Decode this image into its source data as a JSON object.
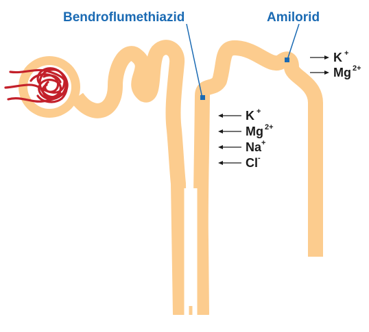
{
  "colors": {
    "tubule_fill": "#fccc8e",
    "tubule_outline": "#f0b36b",
    "glomerulus": "#c3202a",
    "label_blue": "#1a6ab3",
    "ion_text": "#1a1a1a"
  },
  "drug_labels": {
    "thiazide": "Bendroflumethiazid",
    "amiloride": "Amilorid"
  },
  "distal_ions": [
    {
      "base": "K",
      "sup": "+"
    },
    {
      "base": "Mg",
      "sup": "2+"
    },
    {
      "base": "Na",
      "sup": "+"
    },
    {
      "base": "Cl",
      "sup": "-"
    }
  ],
  "collecting_ions": [
    {
      "base": "K",
      "sup": "+"
    },
    {
      "base": "Mg",
      "sup": "2+"
    }
  ],
  "icons": [
    "glomerulus-icon",
    "arrow-left-icon",
    "arrow-right-icon",
    "pointer-marker-icon"
  ]
}
